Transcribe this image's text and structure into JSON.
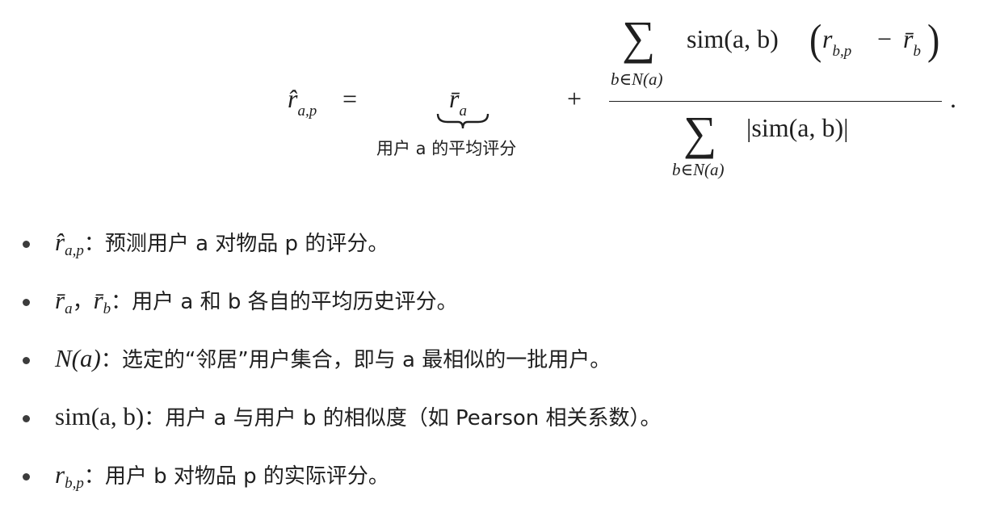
{
  "formula": {
    "lhs_base": "r̂",
    "lhs_sub": "a,p",
    "equals": "=",
    "mean_base": "r̄",
    "mean_sub": "a",
    "mean_label": "用户 a 的平均评分",
    "plus": "+",
    "sum_symbol": "∑",
    "num_sum_index": "b∈N(a)",
    "num_sim": "sim(a, b)",
    "num_paren_content_r": "r",
    "num_paren_content_r_sub": "b,p",
    "num_minus": "−",
    "num_rbar": "r̄",
    "num_rbar_sub": "b",
    "den_sum_index": "b∈N(a)",
    "den_abs": "|sim(a, b)|",
    "period": "."
  },
  "bullets": [
    {
      "math_base": "r̂",
      "math_sub": "a,p",
      "text": "：预测用户 a 对物品 p 的评分。"
    },
    {
      "math_base": "r̄",
      "math_sub": "a",
      "sep": "，",
      "math2_base": "r̄",
      "math2_sub": "b",
      "text": "：用户 a 和 b 各自的平均历史评分。"
    },
    {
      "math": "N(a)",
      "text": "：选定的“邻居”用户集合，即与 a 最相似的一批用户。"
    },
    {
      "math": "sim(a, b)",
      "text": "：用户 a 与用户 b 的相似度（如 Pearson 相关系数）。"
    },
    {
      "math_base": "r",
      "math_sub": "b,p",
      "text": "：用户 b 对物品 p 的实际评分。"
    }
  ]
}
